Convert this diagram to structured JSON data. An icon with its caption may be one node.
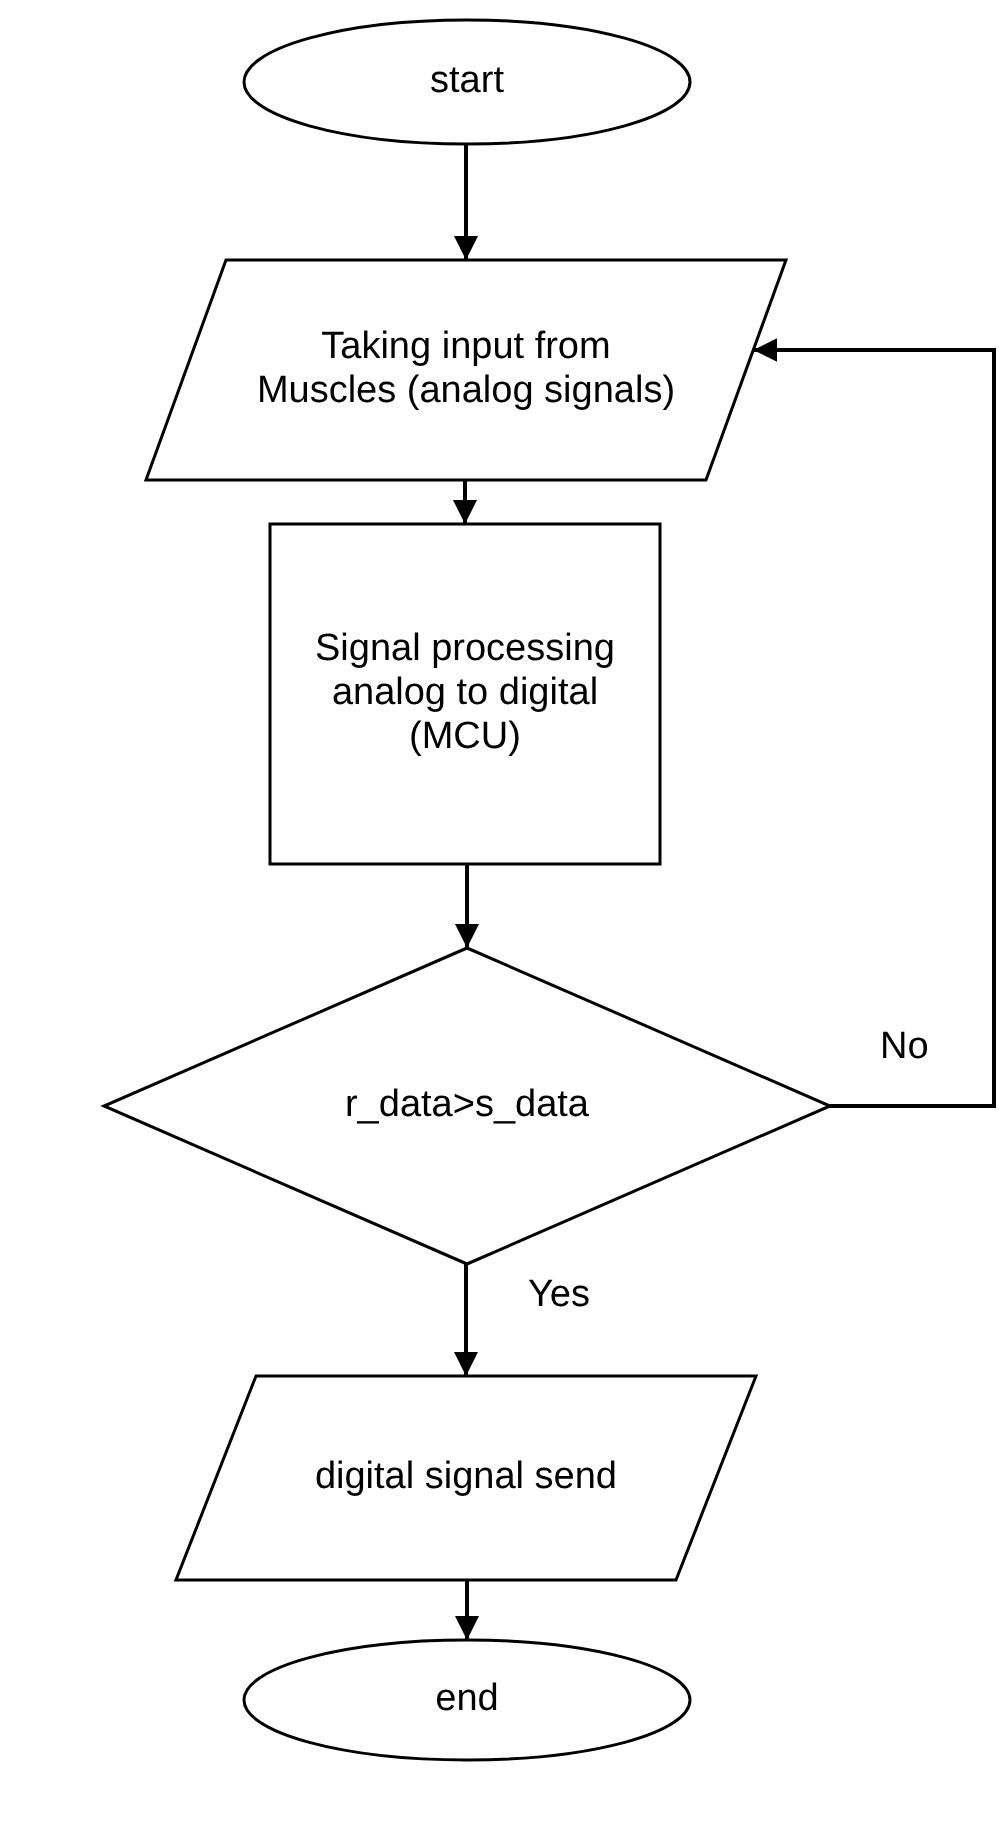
{
  "diagram": {
    "nodes": [
      {
        "text": [
          "start"
        ]
      },
      {
        "text": [
          "Taking input from Muscles (analog signals)"
        ]
      },
      {
        "text": [
          "Signal processing analog to digital (MCU)"
        ]
      },
      {
        "text": [
          "r_data>s_data"
        ]
      },
      {
        "text": [
          "digital signal send"
        ]
      },
      {
        "text": [
          "end"
        ]
      }
    ],
    "edges": [
      {
        "from": 0,
        "to": 1,
        "arrow": "to"
      },
      {
        "from": 1,
        "to": 2,
        "arrow": "to"
      },
      {
        "from": 2,
        "to": 3,
        "arrow": "to"
      },
      {
        "from": 3,
        "to": 4,
        "label": "Yes",
        "arrow": "to"
      },
      {
        "from": 4,
        "to": 5,
        "arrow": "to"
      },
      {
        "from": 3,
        "to": 1,
        "label": "No",
        "arrow": "to"
      }
    ]
  }
}
